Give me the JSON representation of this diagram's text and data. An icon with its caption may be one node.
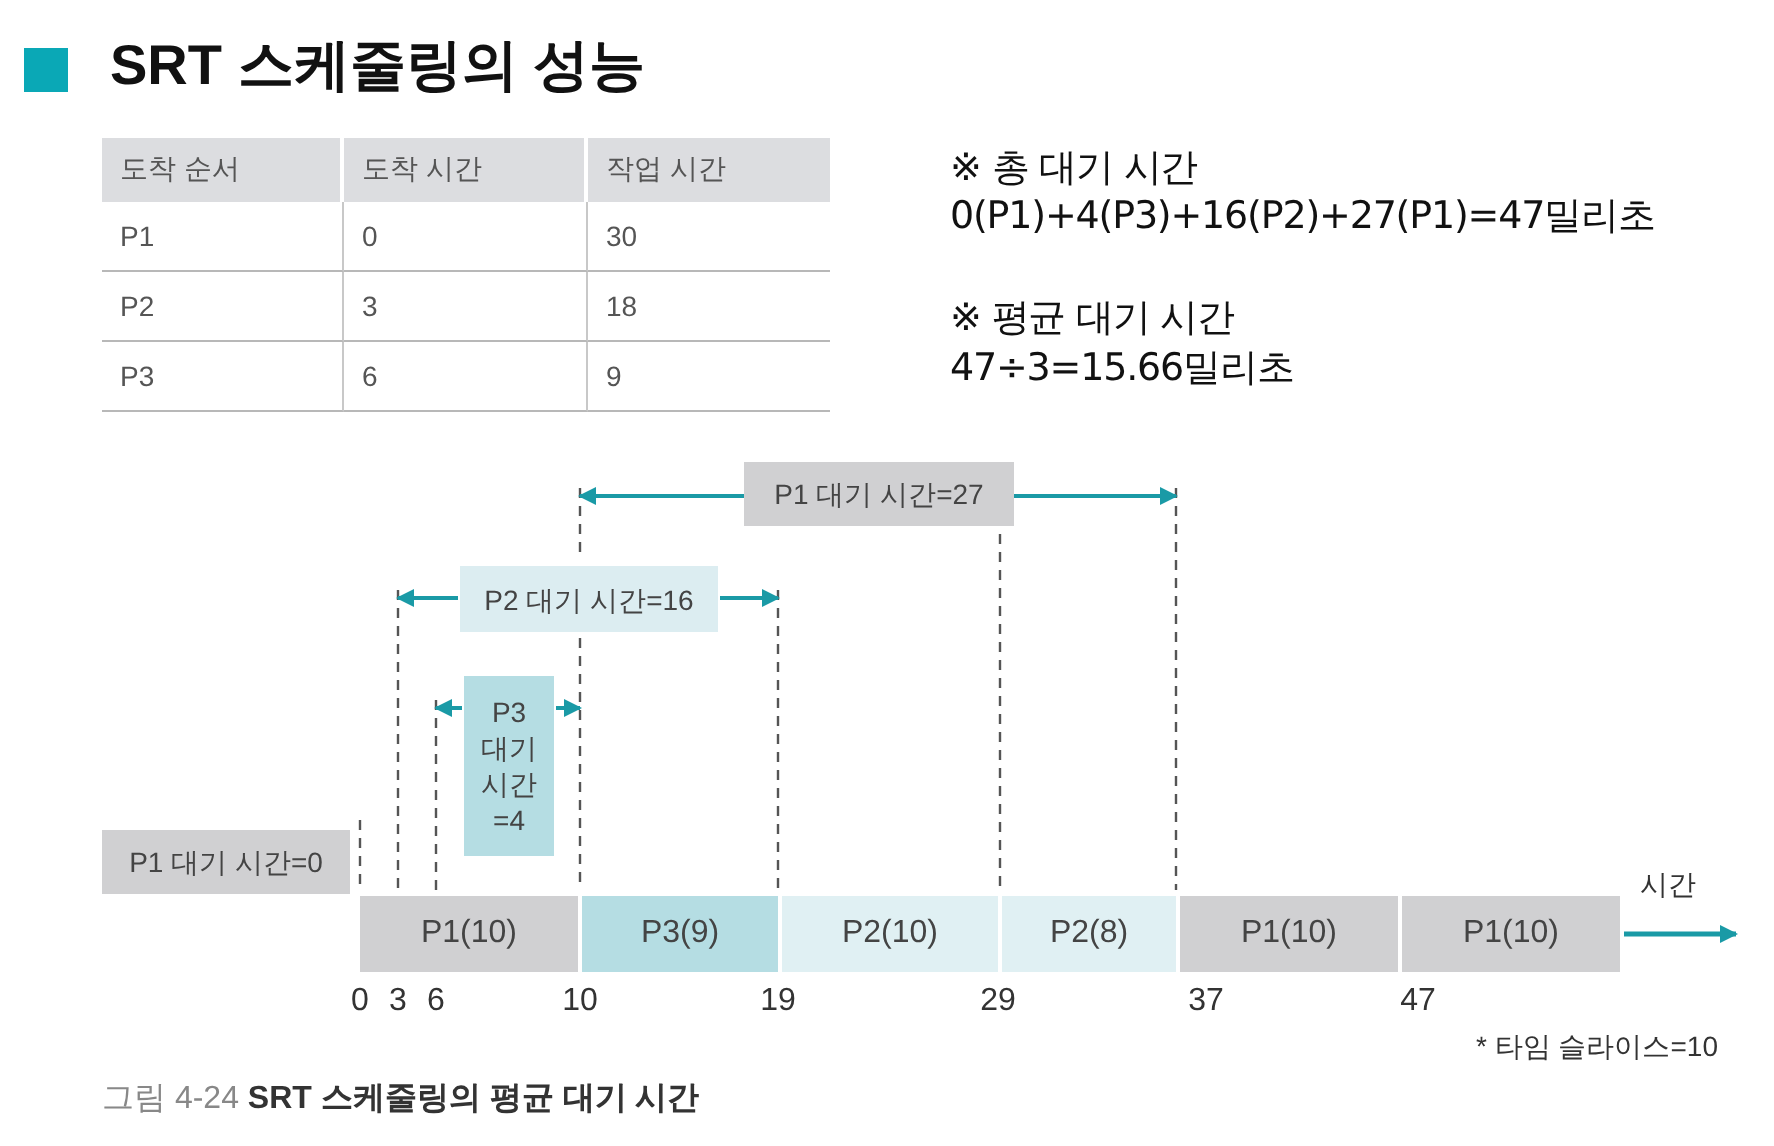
{
  "diagram": {
    "title": "SRT 스케줄링의 성능",
    "caption": "그림 4-24 **SRT 스케줄링의 평균 대기 시간**",
    "nodes": [
      {
        "text": [
          "P1 대기 시간=27"
        ]
      },
      {
        "text": [
          "P2 대기 시간=16"
        ]
      },
      {
        "text": [
          "P3 대기 시간 =4"
        ]
      },
      {
        "text": [
          "P1 대기 시간=0"
        ]
      },
      {
        "text": [
          "P1(10)"
        ]
      },
      {
        "text": [
          "P3(9)"
        ]
      },
      {
        "text": [
          "P2(10)"
        ]
      },
      {
        "text": [
          "P2(8)"
        ]
      },
      {
        "text": [
          "P1(10)"
        ]
      },
      {
        "text": [
          "P1(10)"
        ]
      }
    ],
    "labels": [
      "도착 순서",
      "도착 시간",
      "작업 시간",
      "P1",
      "0",
      "30",
      "P2",
      "3",
      "18",
      "P3",
      "6",
      "9",
      "※ 총 대기 시간",
      "0(P1)+4(P3)+16(P2)+27(P1)=47밀리초",
      "※ 평균 대기 시간",
      "47÷3=15.66밀리초",
      "0",
      "3",
      "6",
      "10",
      "19",
      "29",
      "37",
      "47",
      "시간",
      "* 타임 슬라이스=10"
    ]
  }
}
